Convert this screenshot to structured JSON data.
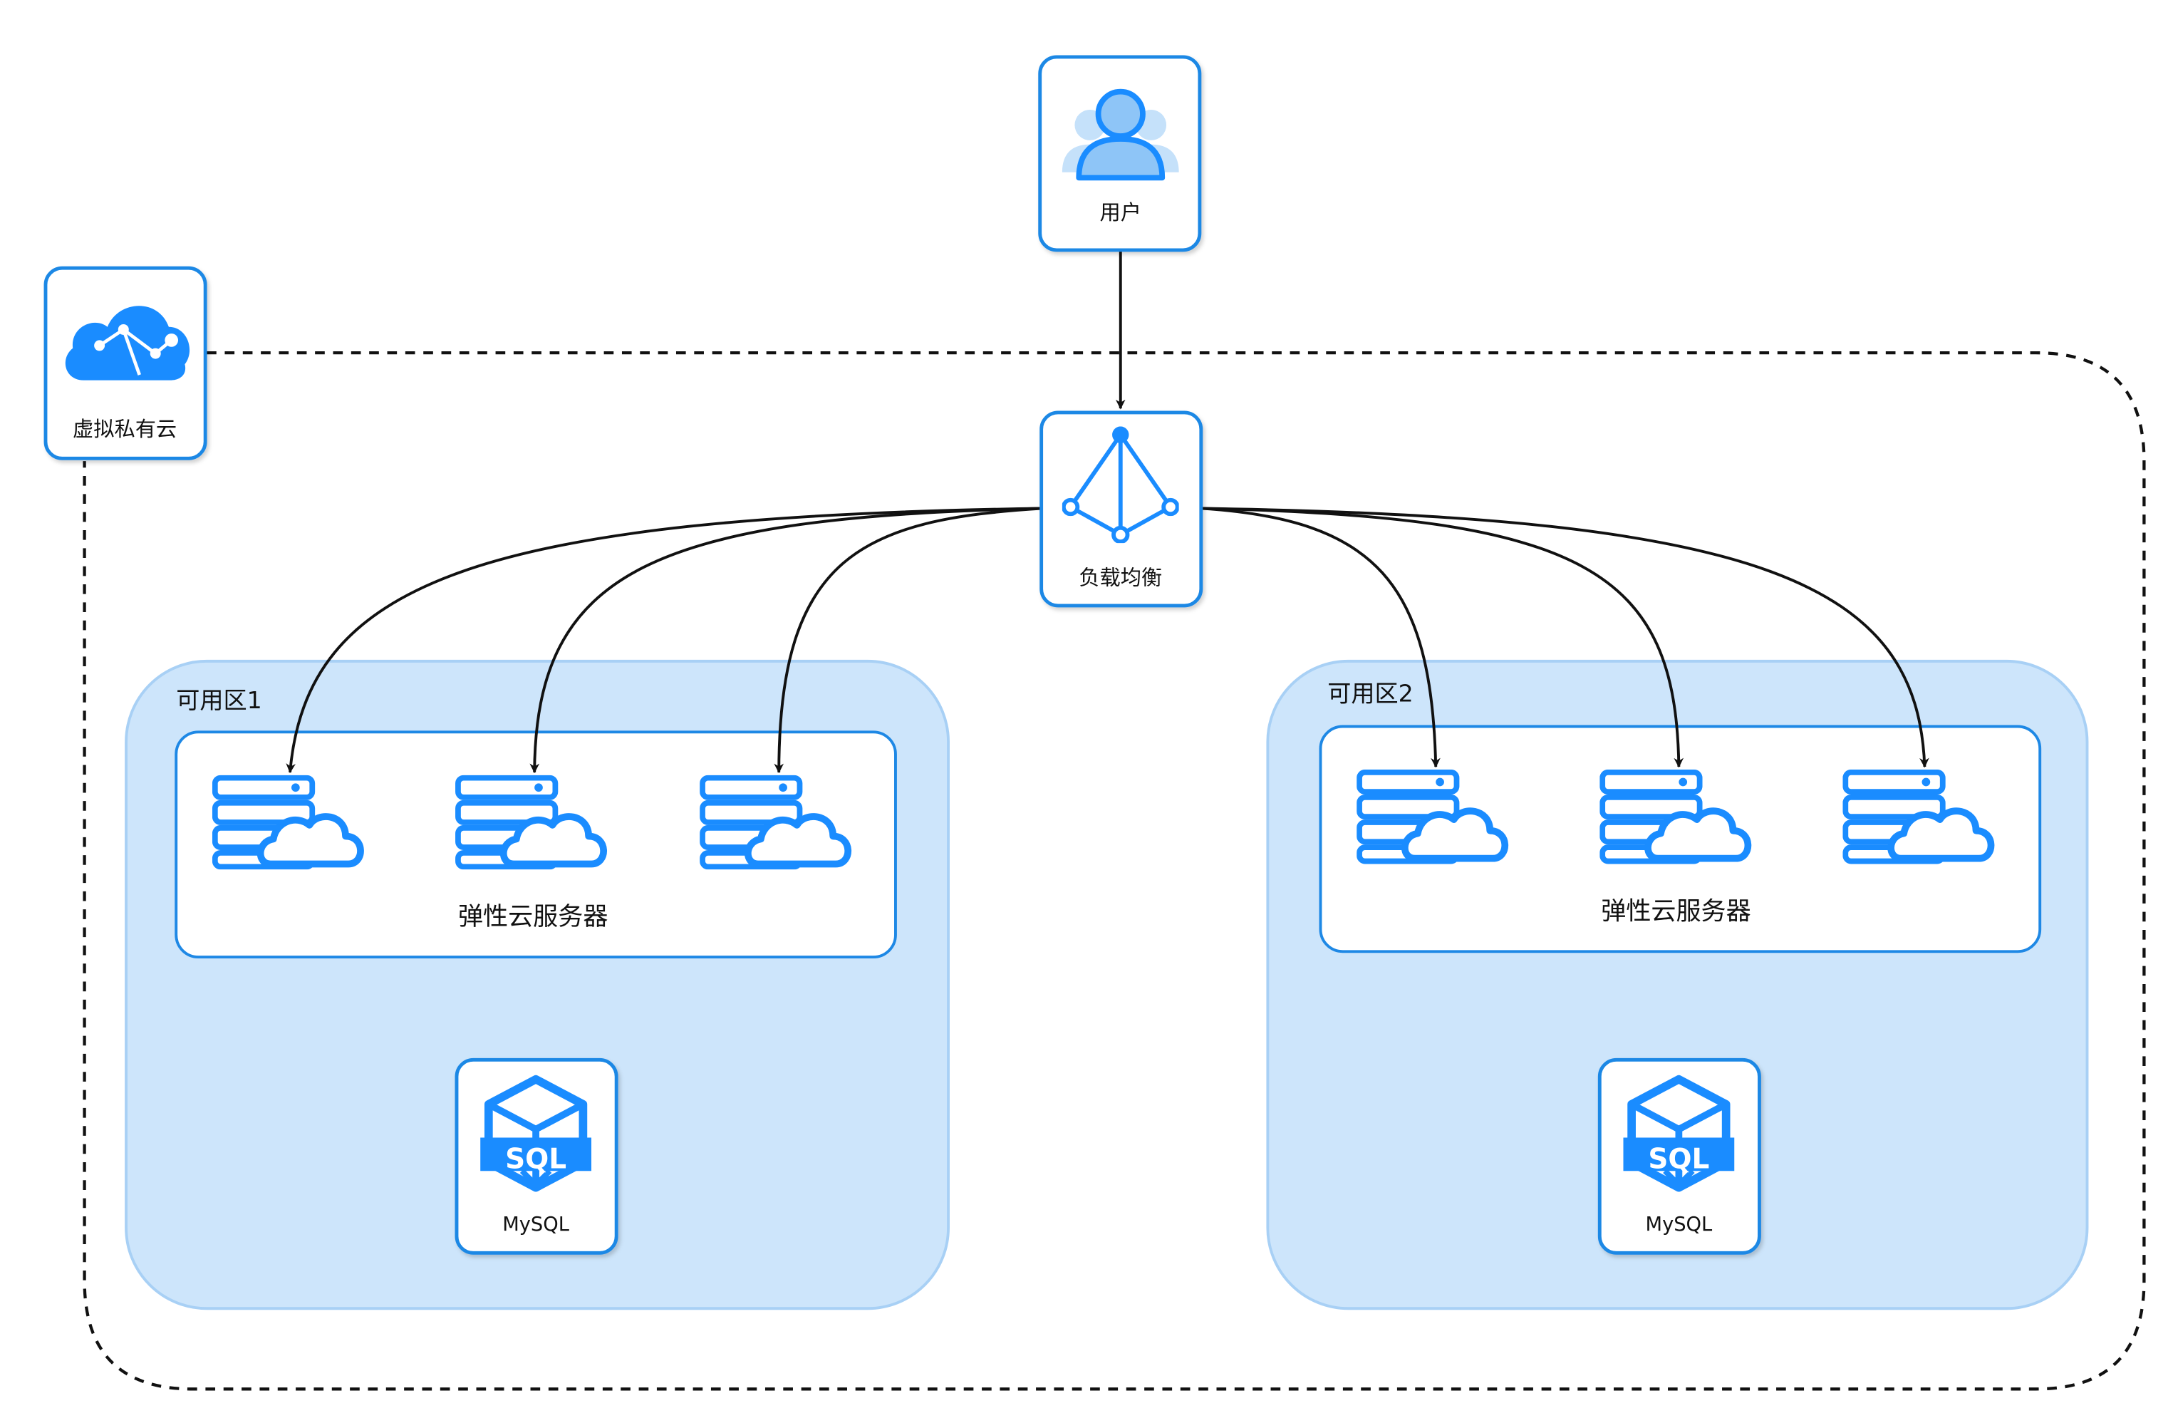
{
  "colors": {
    "accent": "#1e88e5",
    "icon_fill": "#1a8cff",
    "icon_light": "#8ec5f7",
    "zone_fill": "#cde5fb",
    "zone_border": "#a8d0f5",
    "line": "#111111"
  },
  "user": {
    "label": "用户",
    "icon": "user-group-icon"
  },
  "vpc": {
    "label": "虚拟私有云",
    "icon": "vpc-cloud-network-icon"
  },
  "load_balancer": {
    "label": "负载均衡",
    "icon": "load-balancer-icon"
  },
  "zones": [
    {
      "label": "可用区1",
      "ecs_group": {
        "label": "弹性云服务器",
        "count": 3,
        "icon": "cloud-server-icon"
      },
      "database": {
        "label": "MySQL",
        "icon_text": "SQL",
        "icon": "sql-database-icon"
      }
    },
    {
      "label": "可用区2",
      "ecs_group": {
        "label": "弹性云服务器",
        "count": 3,
        "icon": "cloud-server-icon"
      },
      "database": {
        "label": "MySQL",
        "icon_text": "SQL",
        "icon": "sql-database-icon"
      }
    }
  ]
}
